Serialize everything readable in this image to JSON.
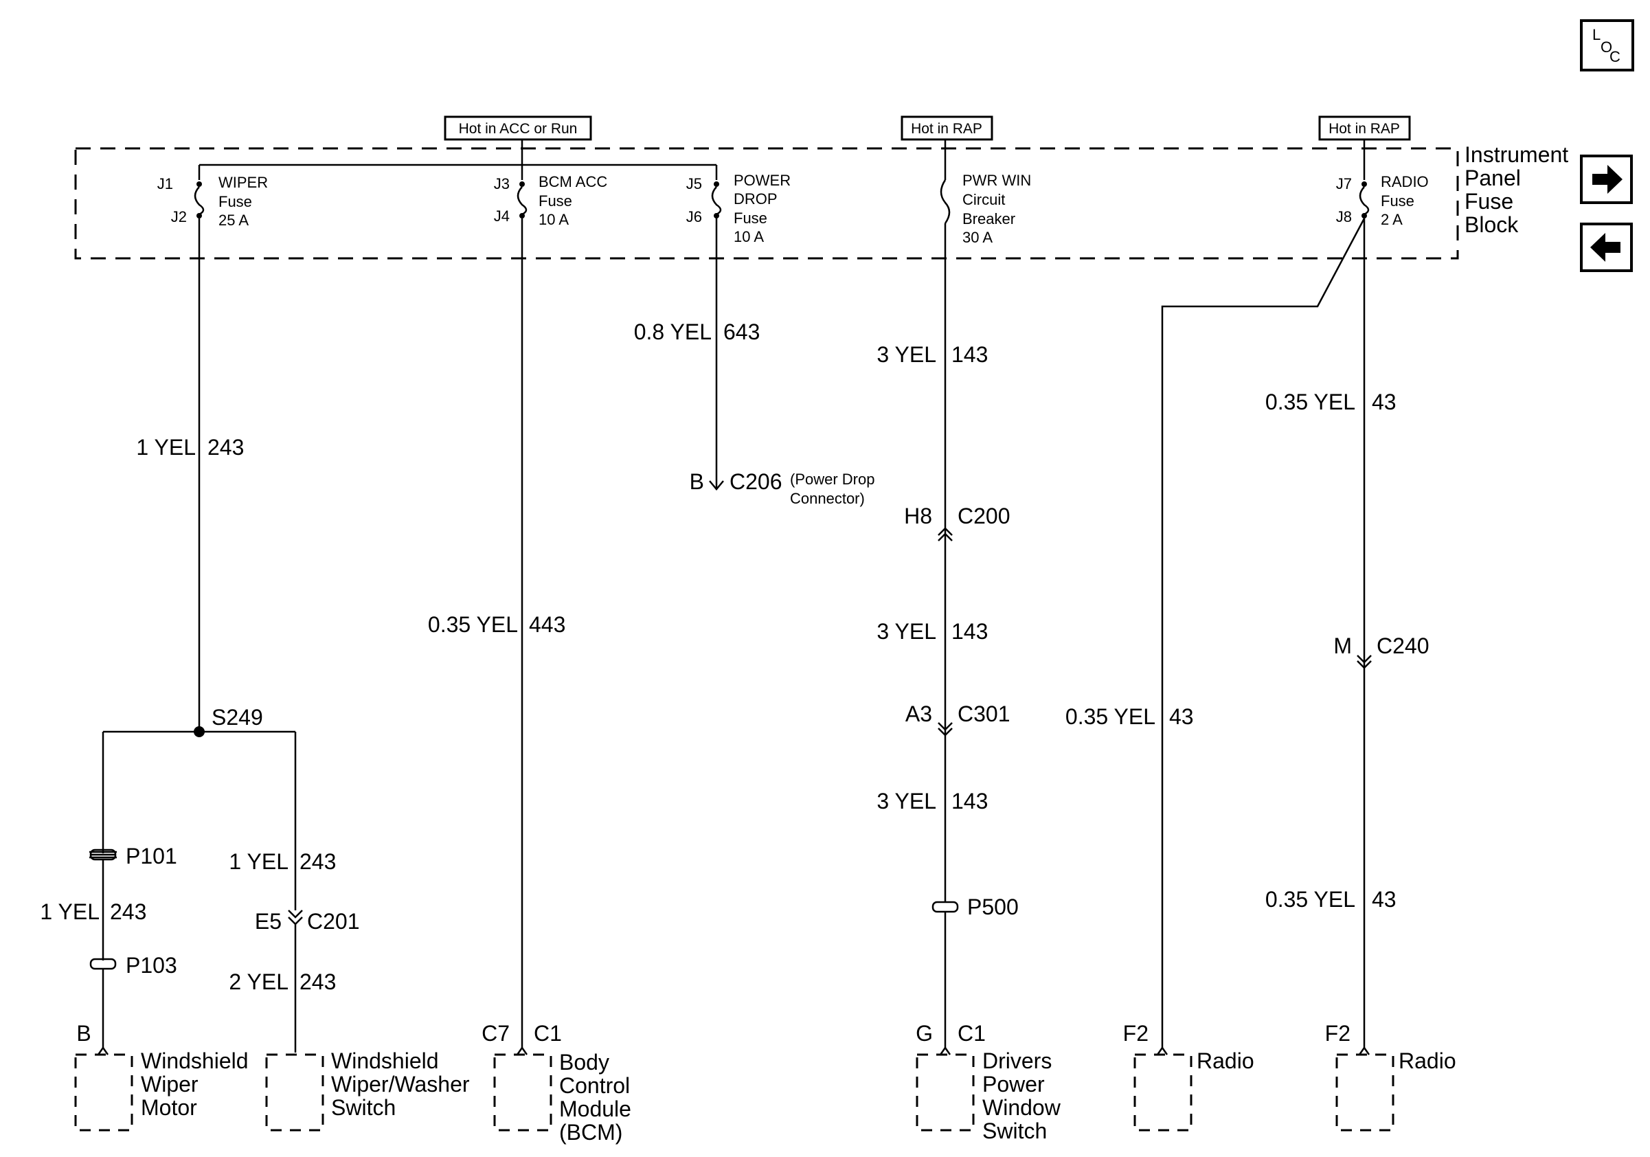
{
  "loc_button": {
    "l": "L",
    "o": "O",
    "c": "C"
  },
  "nav": {
    "next_icon": "right-arrow-icon",
    "prev_icon": "left-arrow-icon"
  },
  "fuse_block": {
    "label_lines": [
      "Instrument",
      "Panel",
      "Fuse",
      "Block"
    ]
  },
  "hot_labels": {
    "acc_run": "Hot in ACC or Run",
    "rap1": "Hot in RAP",
    "rap2": "Hot in RAP"
  },
  "fuses": {
    "wiper": {
      "pin_in": "J1",
      "pin_out": "J2",
      "lines": [
        "WIPER",
        "Fuse",
        "25 A"
      ]
    },
    "bcm_acc": {
      "pin_in": "J3",
      "pin_out": "J4",
      "lines": [
        "BCM ACC",
        "Fuse",
        "10 A"
      ]
    },
    "power_drop": {
      "pin_in": "J5",
      "pin_out": "J6",
      "lines": [
        "POWER",
        "DROP",
        "Fuse",
        "10 A"
      ]
    },
    "pwr_win": {
      "lines": [
        "PWR WIN",
        "Circuit",
        "Breaker",
        "30 A"
      ]
    },
    "radio": {
      "pin_in": "J7",
      "pin_out": "J8",
      "lines": [
        "RADIO",
        "Fuse",
        "2 A"
      ]
    }
  },
  "wires": {
    "w643": {
      "gauge_color": "0.8 YEL",
      "circuit": "643"
    },
    "w243_main": {
      "gauge_color": "1 YEL",
      "circuit": "243"
    },
    "w443": {
      "gauge_color": "0.35 YEL",
      "circuit": "443"
    },
    "w143_a": {
      "gauge_color": "3 YEL",
      "circuit": "143"
    },
    "w143_b": {
      "gauge_color": "3 YEL",
      "circuit": "143"
    },
    "w143_c": {
      "gauge_color": "3 YEL",
      "circuit": "143"
    },
    "w43_right": {
      "gauge_color": "0.35 YEL",
      "circuit": "43"
    },
    "w43_left": {
      "gauge_color": "0.35 YEL",
      "circuit": "43"
    },
    "w43_right_low": {
      "gauge_color": "0.35 YEL",
      "circuit": "43"
    },
    "w243_motor": {
      "gauge_color": "1 YEL",
      "circuit": "243"
    },
    "w243_switch_a": {
      "gauge_color": "1 YEL",
      "circuit": "243"
    },
    "w243_switch_b": {
      "gauge_color": "2 YEL",
      "circuit": "243"
    }
  },
  "connectors": {
    "c206": {
      "pin": "B",
      "name": "C206",
      "note_lines": [
        "(Power Drop",
        "Connector)"
      ]
    },
    "c200": {
      "pin": "H8",
      "name": "C200"
    },
    "c301": {
      "pin": "A3",
      "name": "C301"
    },
    "c240": {
      "pin": "M",
      "name": "C240"
    },
    "c201": {
      "pin": "E5",
      "name": "C201"
    }
  },
  "splice": {
    "name": "S249"
  },
  "passthroughs": {
    "p101": "P101",
    "p103": "P103",
    "p500": "P500"
  },
  "components": {
    "wiper_motor": {
      "pin": "B",
      "lines": [
        "Windshield",
        "Wiper",
        "Motor"
      ]
    },
    "wiper_switch": {
      "lines": [
        "Windshield",
        "Wiper/Washer",
        "Switch"
      ]
    },
    "bcm": {
      "pin": "C7",
      "conn": "C1",
      "lines": [
        "Body",
        "Control",
        "Module",
        "(BCM)"
      ]
    },
    "window_switch": {
      "pin": "G",
      "conn": "C1",
      "lines": [
        "Drivers",
        "Power",
        "Window",
        "Switch"
      ]
    },
    "radio_left": {
      "pin": "F2",
      "lines": [
        "Radio"
      ]
    },
    "radio_right": {
      "pin": "F2",
      "lines": [
        "Radio"
      ]
    }
  }
}
